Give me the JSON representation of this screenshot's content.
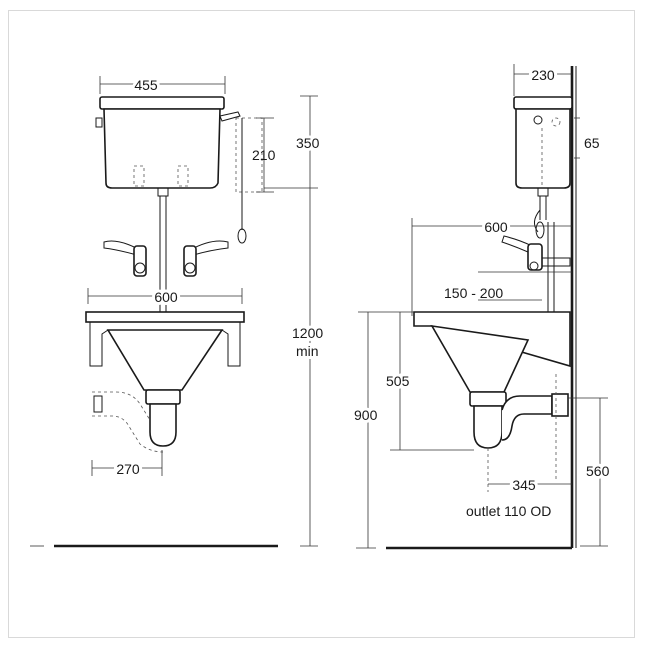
{
  "front_view": {
    "cistern_width": "455",
    "cistern_height": "350",
    "lever_drop": "210",
    "basin_width": "600",
    "overall_height_value": "1200",
    "overall_height_unit": "min",
    "trap_offset": "270"
  },
  "side_view": {
    "cistern_depth": "230",
    "cistern_detail": "65",
    "basin_projection": "600",
    "tap_height_range": "150 - 200",
    "basin_depth": "505",
    "rim_height": "900",
    "outlet_projection": "345",
    "outlet_height": "560",
    "outlet_note": "outlet 110 OD"
  }
}
